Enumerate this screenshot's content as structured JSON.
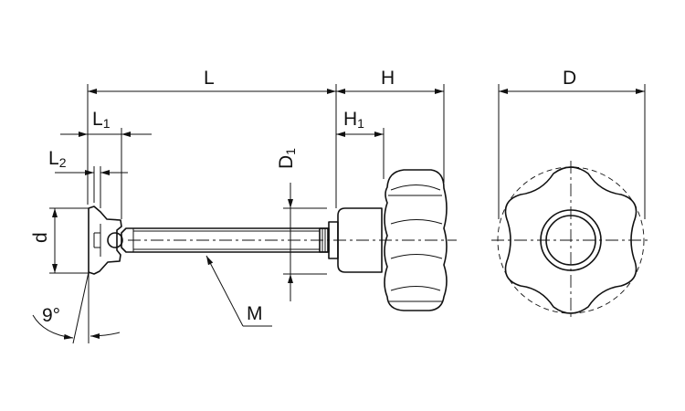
{
  "diagram": {
    "labels": {
      "L": "L",
      "H": "H",
      "D": "D",
      "L1": "L",
      "L1_sub": "1",
      "H1": "H",
      "H1_sub": "1",
      "L2": "L",
      "L2_sub": "2",
      "D1": "D",
      "D1_sub": "1",
      "d": "d",
      "M": "M",
      "angle": "9°"
    }
  }
}
